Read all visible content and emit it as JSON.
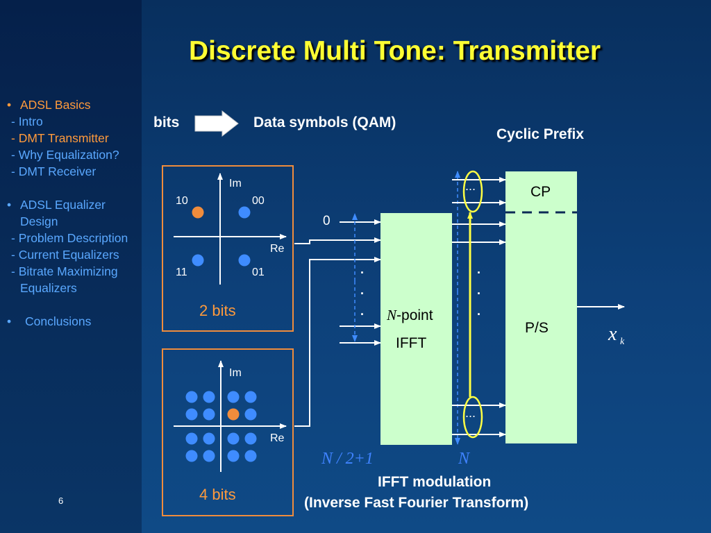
{
  "title": "Discrete Multi Tone: Transmitter",
  "page_number": "6",
  "sidebar": {
    "bullet": "•",
    "items": [
      {
        "label": "ADSL Basics"
      },
      {
        "label": "- Intro"
      },
      {
        "label": "- DMT Transmitter"
      },
      {
        "label": "- Why Equalization?"
      },
      {
        "label": "- DMT Receiver"
      },
      {
        "label": "ADSL Equalizer"
      },
      {
        "label": "Design"
      },
      {
        "label": "- Problem Description"
      },
      {
        "label": "- Current Equalizers"
      },
      {
        "label": "- Bitrate Maximizing"
      },
      {
        "label": "Equalizers"
      },
      {
        "label": "Conclusions"
      }
    ],
    "active_color": "#ff9a3c",
    "link_color": "#5aa8ff"
  },
  "diagram": {
    "bits_label": "bits",
    "data_symbols_label": "Data symbols (QAM)",
    "cyclic_prefix_label": "Cyclic Prefix",
    "qam4": {
      "im_label": "Im",
      "re_label": "Re",
      "points": {
        "p10": "10",
        "p00": "00",
        "p11": "11",
        "p01": "01"
      },
      "caption": "2 bits"
    },
    "qam16": {
      "im_label": "Im",
      "re_label": "Re",
      "caption": "4 bits"
    },
    "zero_input": "0",
    "ifft_n": "N",
    "ifft_point": "-point",
    "ifft_label": "IFFT",
    "cp_label": "CP",
    "ps_label": "P/S",
    "ellipsis": "...",
    "dot": ".",
    "output_x": "x",
    "output_k": "k",
    "index_half": "N / 2+1",
    "index_n": "N",
    "ifft_modulation": "IFFT modulation",
    "ifft_full": "(Inverse Fast Fourier Transform)"
  },
  "colors": {
    "title": "#ffff33",
    "box_border": "#f08c3c",
    "block_fill": "#ccffcc",
    "point_blue": "#3f8cff",
    "point_orange": "#f08c3c",
    "highlight": "#ffff44"
  }
}
